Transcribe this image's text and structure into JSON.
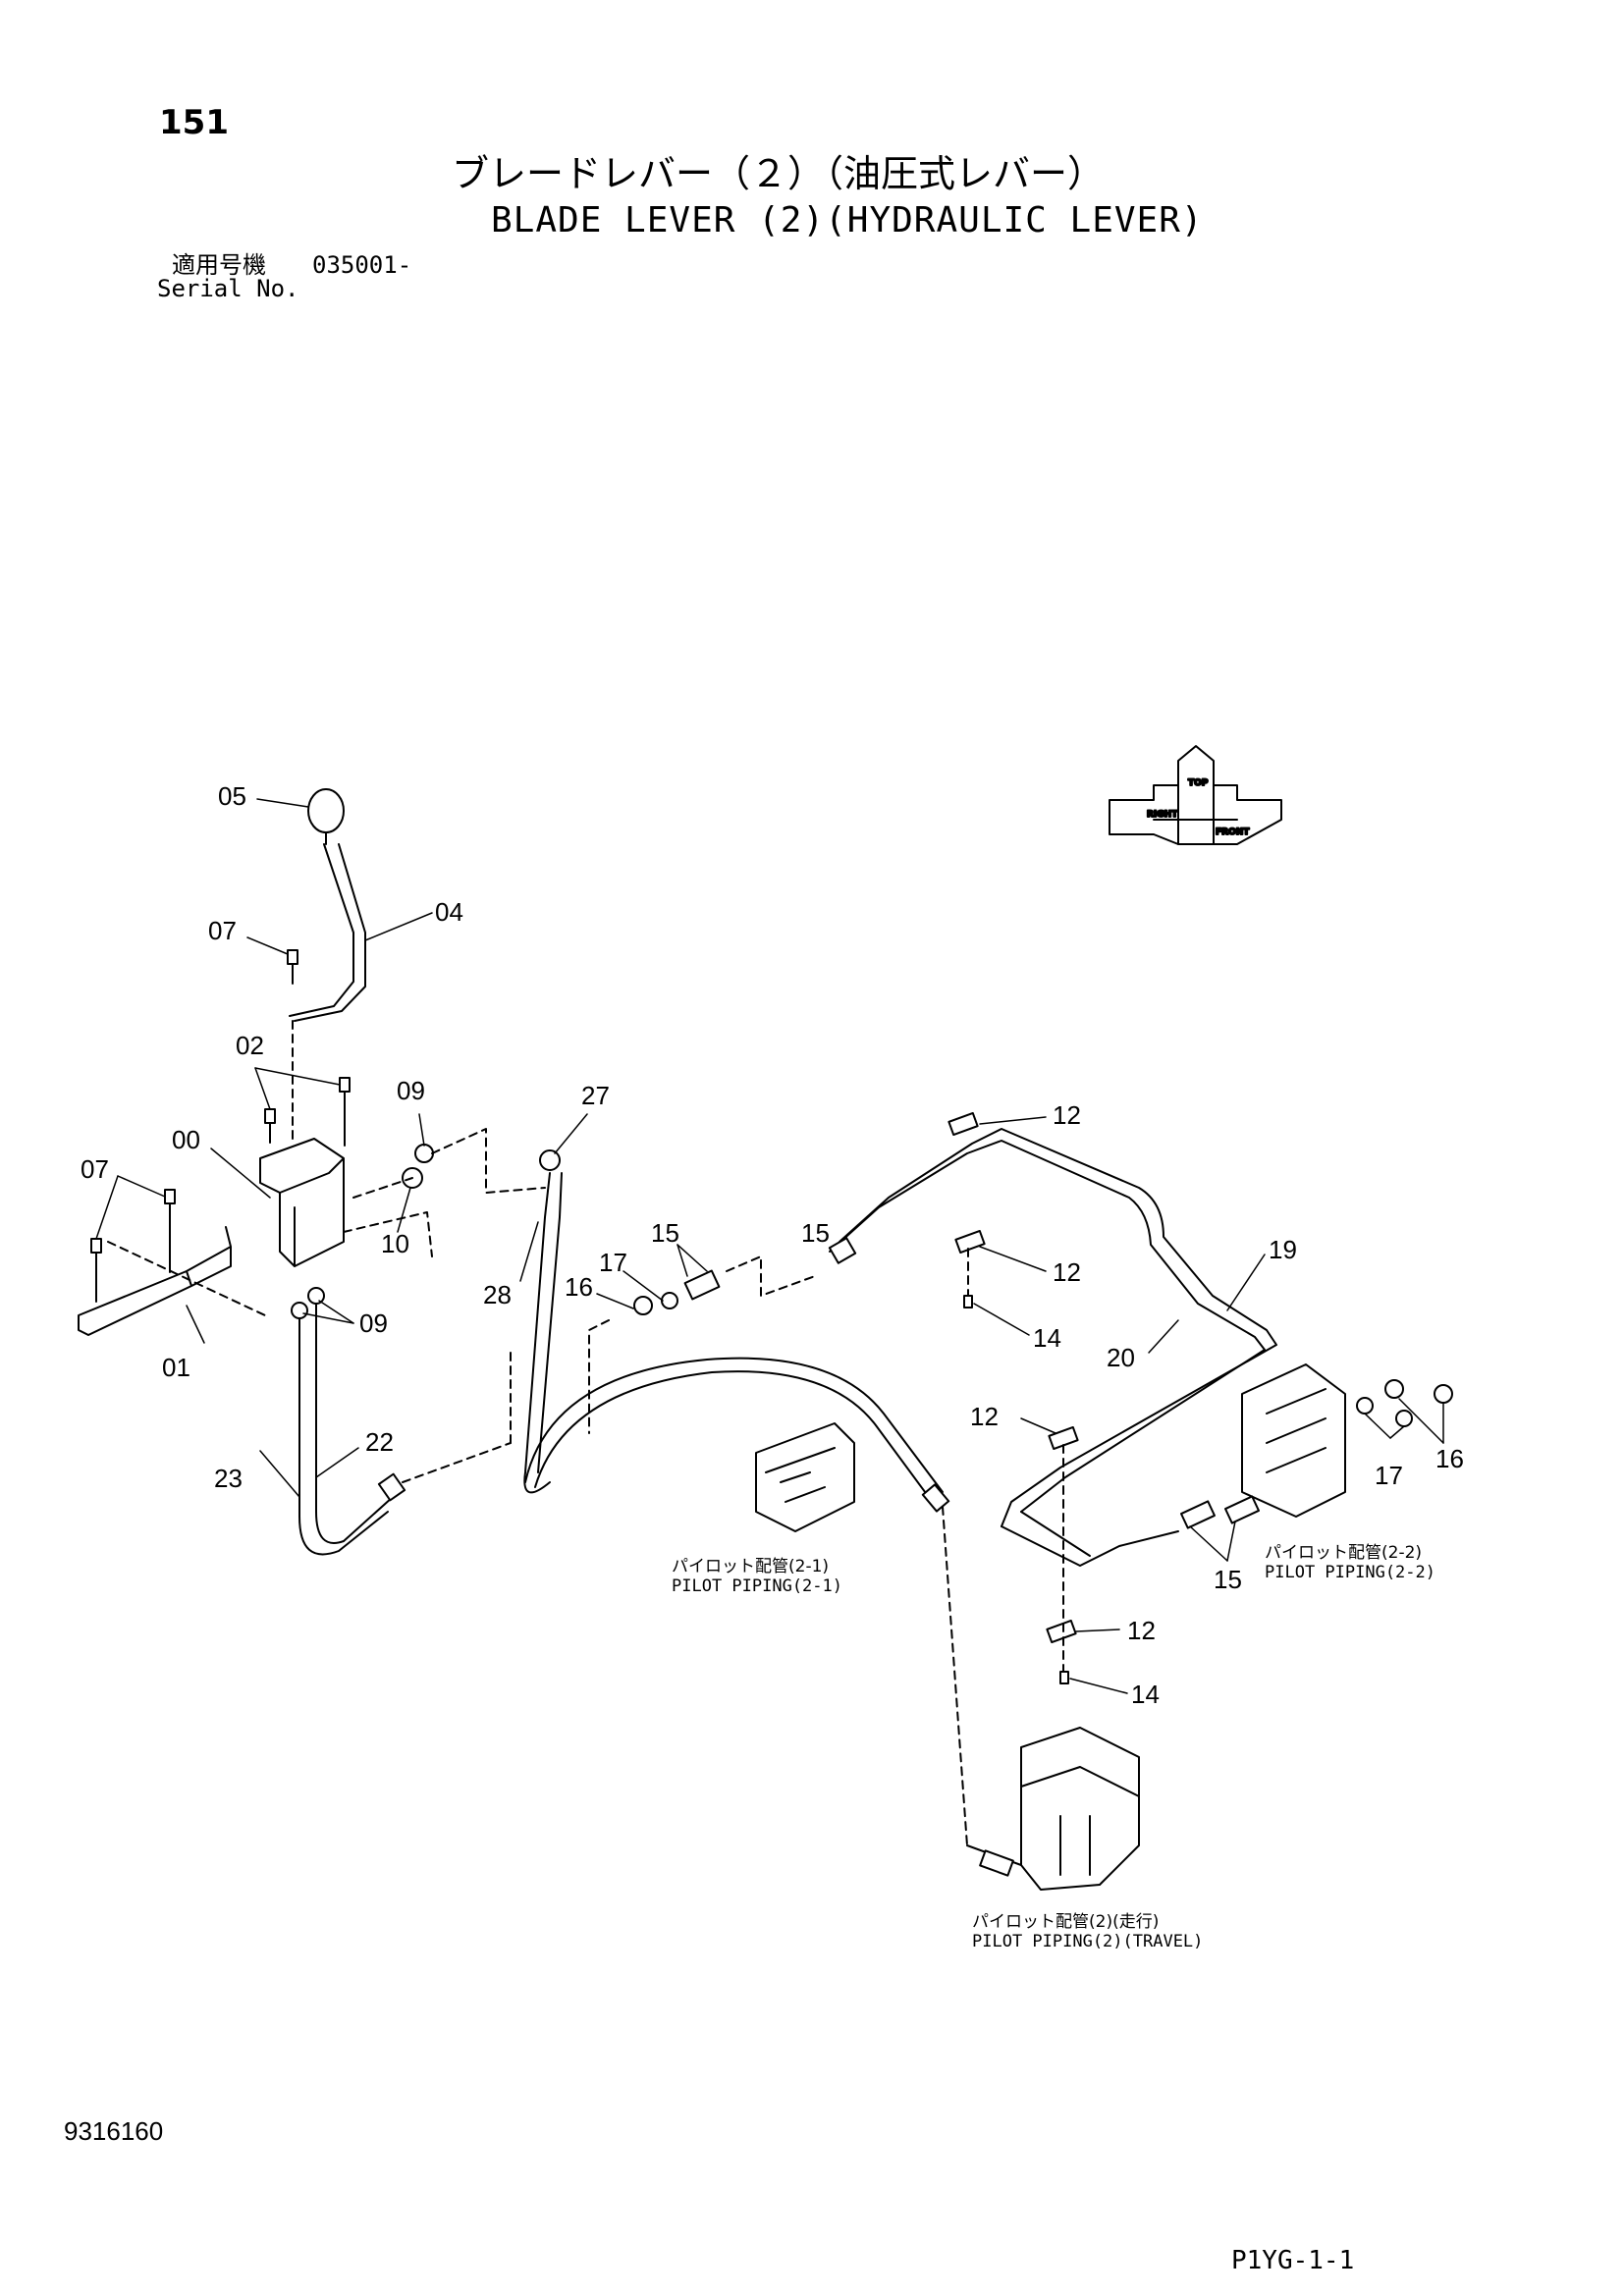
{
  "header": {
    "page_number": "151",
    "title_jp": "ブレードレバー（２）（油圧式レバー）",
    "title_en": "BLADE LEVER (2)(HYDRAULIC LEVER)",
    "serial_label_jp": "適用号機",
    "serial_value": "035001-",
    "serial_label_en": "Serial No."
  },
  "footer": {
    "document_number": "9316160",
    "sheet_code": "P1YG-1-1"
  },
  "orientation_marker": {
    "labels": [
      "TOP",
      "RIGHT",
      "FRONT"
    ]
  },
  "part_callouts": {
    "p00": "00",
    "p01": "01",
    "p02": "02",
    "p04": "04",
    "p05": "05",
    "p07a": "07",
    "p07b": "07",
    "p09a": "09",
    "p09b": "09",
    "p10": "10",
    "p12a": "12",
    "p12b": "12",
    "p12c": "12",
    "p12d": "12",
    "p14a": "14",
    "p14b": "14",
    "p15a": "15",
    "p15b": "15",
    "p15c": "15",
    "p16a": "16",
    "p16b": "16",
    "p17a": "17",
    "p17b": "17",
    "p19": "19",
    "p20": "20",
    "p22": "22",
    "p23": "23",
    "p27": "27",
    "p28": "28"
  },
  "references": {
    "pilot_21_jp": "パイロット配管(2-1)",
    "pilot_21_en": "PILOT PIPING(2-1)",
    "pilot_22_jp": "パイロット配管(2-2)",
    "pilot_22_en": "PILOT PIPING(2-2)",
    "pilot_travel_jp": "パイロット配管(2)(走行)",
    "pilot_travel_en": "PILOT PIPING(2)(TRAVEL)"
  }
}
